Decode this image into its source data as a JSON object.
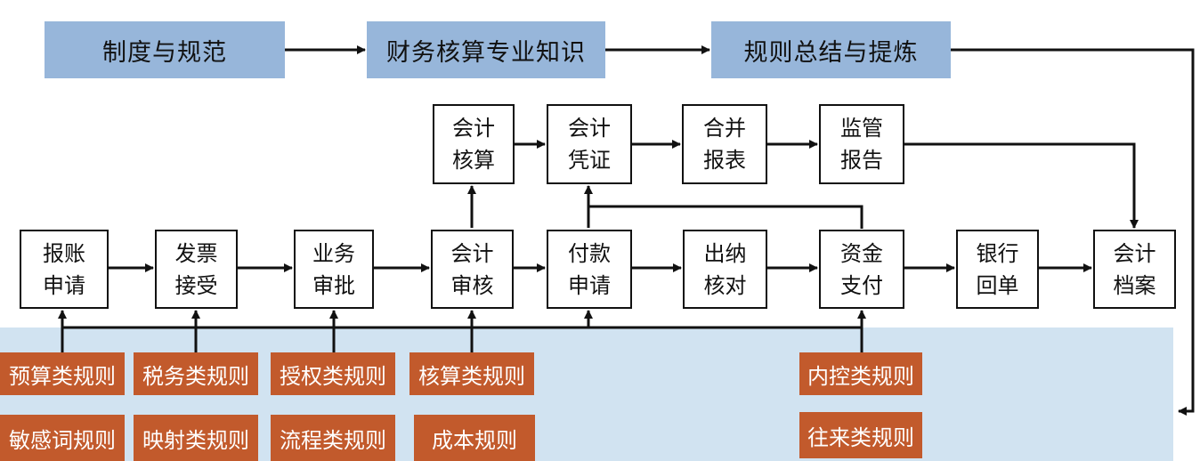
{
  "top": {
    "institution": "制度与规范",
    "knowledge": "财务核算专业知识",
    "summary": "规则总结与提炼"
  },
  "process": {
    "reimburse": [
      "报账",
      "申请"
    ],
    "invoice": [
      "发票",
      "接受"
    ],
    "business": [
      "业务",
      "审批"
    ],
    "audit": [
      "会计",
      "审核"
    ],
    "payreq": [
      "付款",
      "申请"
    ],
    "cashier": [
      "出纳",
      "核对"
    ],
    "fund": [
      "资金",
      "支付"
    ],
    "bank": [
      "银行",
      "回单"
    ],
    "archive": [
      "会计",
      "档案"
    ],
    "accounting": [
      "会计",
      "核算"
    ],
    "voucher": [
      "会计",
      "凭证"
    ],
    "merge": [
      "合并",
      "报表"
    ],
    "regulatory": [
      "监管",
      "报告"
    ]
  },
  "rules": {
    "budget": "预算类规则",
    "tax": "税务类规则",
    "auth": "授权类规则",
    "calc": "核算类规则",
    "control": "内控类规则",
    "sensitive": "敏感词规则",
    "mapping": "映射类规则",
    "flow": "流程类规则",
    "cost": "成本规则",
    "dealings": "往来类规则"
  },
  "colors": {
    "top_box": "#97b6da",
    "rule_box": "#c25a2c",
    "panel": "#d1e3f1",
    "line": "#111111"
  }
}
